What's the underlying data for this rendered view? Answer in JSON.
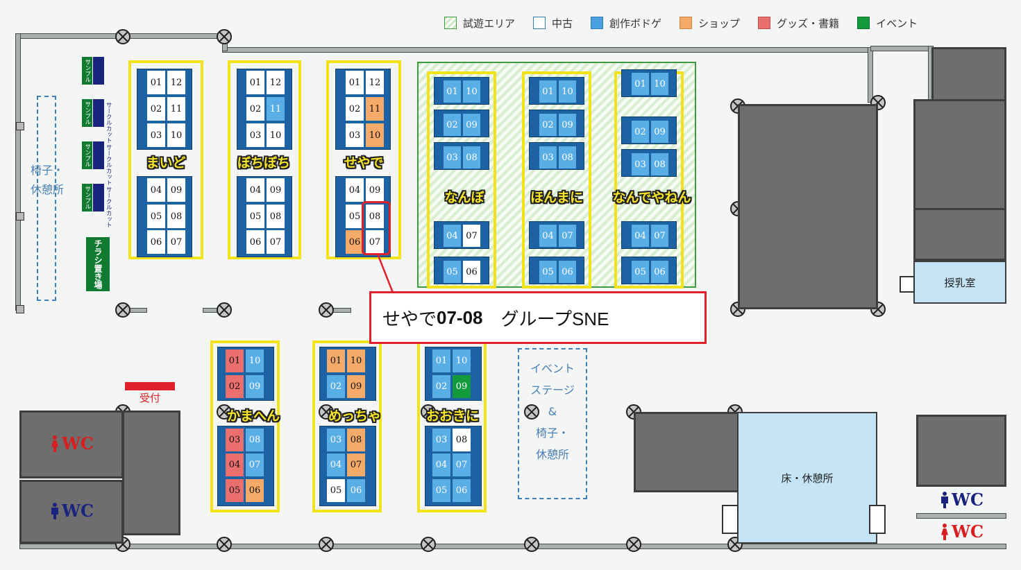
{
  "legend": [
    {
      "key": "trial",
      "label": "試遊エリア"
    },
    {
      "key": "used",
      "label": "中古"
    },
    {
      "key": "crea",
      "label": "創作ボドゲ"
    },
    {
      "key": "shop",
      "label": "ショップ"
    },
    {
      "key": "goods",
      "label": "グッズ・書籍"
    },
    {
      "key": "event",
      "label": "イベント"
    }
  ],
  "colors": {
    "used": "#ffffff",
    "crea": "#5aaee6",
    "shop": "#f5aa6a",
    "goods": "#ec6f70",
    "event": "#129a3c",
    "highlight": "#e0212b",
    "block_border": "#f2e21a"
  },
  "blocks": [
    {
      "name": "まいど",
      "tables": [
        [
          [
            "01",
            "used"
          ],
          [
            "12",
            "used"
          ]
        ],
        [
          [
            "02",
            "used"
          ],
          [
            "11",
            "used"
          ]
        ],
        [
          [
            "03",
            "used"
          ],
          [
            "10",
            "used"
          ]
        ],
        [
          [
            "04",
            "used"
          ],
          [
            "09",
            "used"
          ]
        ],
        [
          [
            "05",
            "used"
          ],
          [
            "08",
            "used"
          ]
        ],
        [
          [
            "06",
            "used"
          ],
          [
            "07",
            "used"
          ]
        ]
      ]
    },
    {
      "name": "ぼちぼち",
      "tables": [
        [
          [
            "01",
            "used"
          ],
          [
            "12",
            "used"
          ]
        ],
        [
          [
            "02",
            "used"
          ],
          [
            "11",
            "crea"
          ]
        ],
        [
          [
            "03",
            "used"
          ],
          [
            "10",
            "used"
          ]
        ],
        [
          [
            "04",
            "used"
          ],
          [
            "09",
            "used"
          ]
        ],
        [
          [
            "05",
            "used"
          ],
          [
            "08",
            "used"
          ]
        ],
        [
          [
            "06",
            "used"
          ],
          [
            "07",
            "used"
          ]
        ]
      ]
    },
    {
      "name": "せやで",
      "tables": [
        [
          [
            "01",
            "used"
          ],
          [
            "12",
            "used"
          ]
        ],
        [
          [
            "02",
            "used"
          ],
          [
            "11",
            "shop"
          ]
        ],
        [
          [
            "03",
            "used"
          ],
          [
            "10",
            "shop"
          ]
        ],
        [
          [
            "04",
            "used"
          ],
          [
            "09",
            "used"
          ]
        ],
        [
          [
            "05",
            "used"
          ],
          [
            "08",
            "used"
          ]
        ],
        [
          [
            "06",
            "shop"
          ],
          [
            "07",
            "used"
          ]
        ]
      ]
    },
    {
      "name": "なんぼ",
      "tables": [
        [
          [
            "01",
            "crea"
          ],
          [
            "10",
            "crea"
          ]
        ],
        [
          [
            "02",
            "crea"
          ],
          [
            "09",
            "crea"
          ]
        ],
        [
          [
            "03",
            "crea"
          ],
          [
            "08",
            "crea"
          ]
        ],
        [
          [
            "04",
            "crea"
          ],
          [
            "07",
            "used"
          ]
        ],
        [
          [
            "05",
            "crea"
          ],
          [
            "06",
            "used"
          ]
        ]
      ]
    },
    {
      "name": "ほんまに",
      "tables": [
        [
          [
            "01",
            "crea"
          ],
          [
            "10",
            "crea"
          ]
        ],
        [
          [
            "02",
            "crea"
          ],
          [
            "09",
            "crea"
          ]
        ],
        [
          [
            "03",
            "crea"
          ],
          [
            "08",
            "crea"
          ]
        ],
        [
          [
            "04",
            "crea"
          ],
          [
            "07",
            "crea"
          ]
        ],
        [
          [
            "05",
            "crea"
          ],
          [
            "06",
            "crea"
          ]
        ]
      ]
    },
    {
      "name": "なんでやねん",
      "tables": [
        [
          [
            "01",
            "crea"
          ],
          [
            "10",
            "crea"
          ]
        ],
        [
          [
            "02",
            "crea"
          ],
          [
            "09",
            "crea"
          ]
        ],
        [
          [
            "03",
            "crea"
          ],
          [
            "08",
            "crea"
          ]
        ],
        [
          [
            "04",
            "crea"
          ],
          [
            "07",
            "crea"
          ]
        ],
        [
          [
            "05",
            "crea"
          ],
          [
            "06",
            "crea"
          ]
        ]
      ]
    },
    {
      "name": "かまへん",
      "tables": [
        [
          [
            "01",
            "goods"
          ],
          [
            "10",
            "crea"
          ]
        ],
        [
          [
            "02",
            "goods"
          ],
          [
            "09",
            "crea"
          ]
        ],
        [
          [
            "03",
            "goods"
          ],
          [
            "08",
            "crea"
          ]
        ],
        [
          [
            "04",
            "goods"
          ],
          [
            "07",
            "crea"
          ]
        ],
        [
          [
            "05",
            "goods"
          ],
          [
            "06",
            "shop"
          ]
        ]
      ]
    },
    {
      "name": "めっちゃ",
      "tables": [
        [
          [
            "01",
            "shop"
          ],
          [
            "10",
            "shop"
          ]
        ],
        [
          [
            "02",
            "crea"
          ],
          [
            "09",
            "shop"
          ]
        ],
        [
          [
            "03",
            "crea"
          ],
          [
            "08",
            "shop"
          ]
        ],
        [
          [
            "04",
            "crea"
          ],
          [
            "07",
            "shop"
          ]
        ],
        [
          [
            "05",
            "used"
          ],
          [
            "06",
            "crea"
          ]
        ]
      ]
    },
    {
      "name": "おおきに",
      "tables": [
        [
          [
            "01",
            "crea"
          ],
          [
            "10",
            "crea"
          ]
        ],
        [
          [
            "02",
            "crea"
          ],
          [
            "09",
            "event"
          ]
        ],
        [
          [
            "03",
            "crea"
          ],
          [
            "08",
            "used"
          ]
        ],
        [
          [
            "04",
            "crea"
          ],
          [
            "07",
            "crea"
          ]
        ],
        [
          [
            "05",
            "crea"
          ],
          [
            "06",
            "crea"
          ]
        ]
      ]
    }
  ],
  "side_tables": [
    {
      "a": "サンプル",
      "b": ""
    },
    {
      "a": "サンプル",
      "b": "サークルカット"
    },
    {
      "a": "サンプル",
      "b": "サークルカット"
    },
    {
      "a": "サンプル",
      "b": "サークルカット"
    }
  ],
  "flyer_area": "チラシ置き場",
  "rest_area_left": "椅子・休憩所",
  "event_stage": "イベントステージ&椅子・休憩所",
  "nursing_room": "授乳室",
  "floor_rest": "床・休憩所",
  "reception": "受付",
  "wc_label": "WC",
  "callout": {
    "block": "せやで",
    "booth": "07-08",
    "circle": "グループSNE"
  }
}
